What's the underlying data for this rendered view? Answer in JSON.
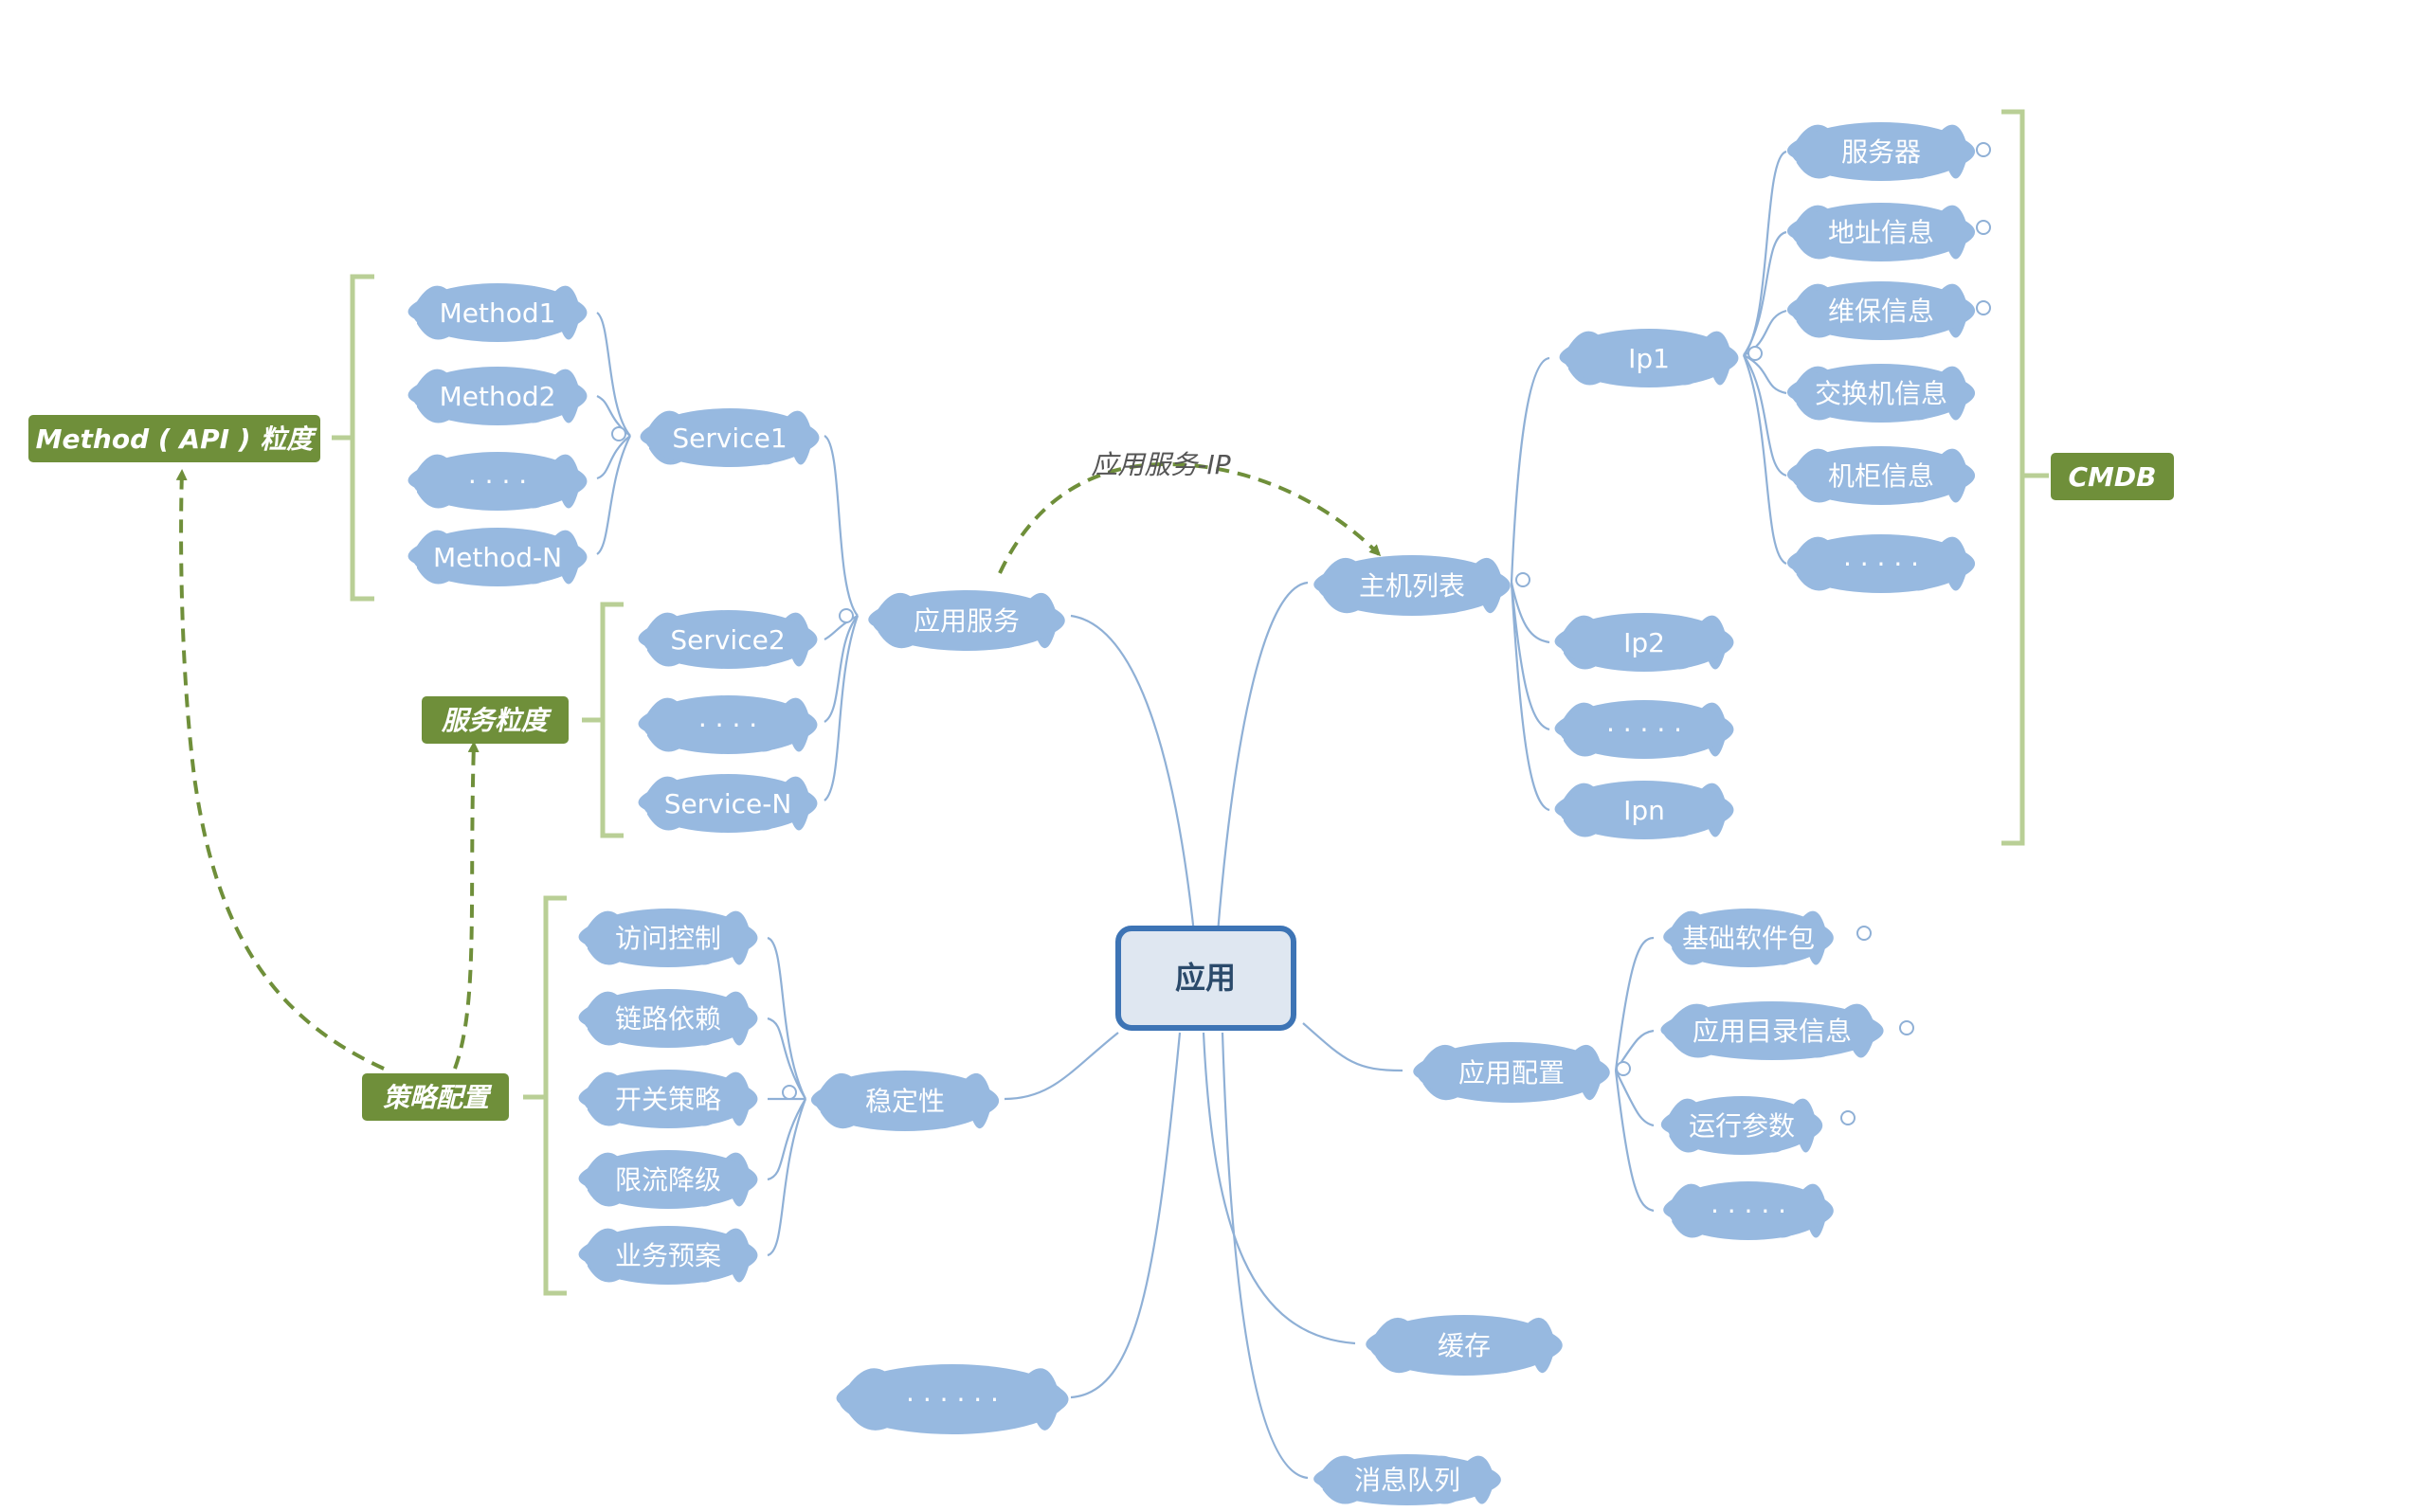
{
  "colors": {
    "cloud": "#97b9e0",
    "cloud_text": "#ffffff",
    "connector": "#8fb0d6",
    "tag_fill": "#6f8f3a",
    "bracket": "#b9cf96",
    "dashed_arrow": "#6f8f3a",
    "center_fill": "#dfe7f1",
    "center_border": "#3d74b5"
  },
  "center": {
    "label": "应用"
  },
  "arrow_label": "应用服务-IP",
  "tags": {
    "method_api": "Method ( API ) 粒度",
    "service_granularity": "服务粒度",
    "strategy_config": "策略配置",
    "cmdb": "CMDB"
  },
  "app_service": {
    "label": "应用服务",
    "service1": {
      "label": "Service1",
      "methods": [
        "Method1",
        "Method2",
        "· · · ·",
        "Method-N"
      ]
    },
    "others": [
      "Service2",
      "· · · ·",
      "Service-N"
    ]
  },
  "host_list": {
    "label": "主机列表",
    "ip1": {
      "label": "Ip1",
      "children": [
        "服务器",
        "地址信息",
        "维保信息",
        "交换机信息",
        "机柜信息",
        "· · · · ·"
      ]
    },
    "others": [
      "Ip2",
      "· · · · ·",
      "Ipn"
    ]
  },
  "stability": {
    "label": "稳定性",
    "children": [
      "访问控制",
      "链路依赖",
      "开关策略",
      "限流降级",
      "业务预案"
    ]
  },
  "app_config": {
    "label": "应用配置",
    "children": [
      "基础软件包",
      "应用目录信息",
      "运行参数",
      "· · · · ·"
    ]
  },
  "cache": {
    "label": "缓存"
  },
  "message_queue": {
    "label": "消息队列"
  },
  "more": {
    "label": "· · · · · ·"
  }
}
